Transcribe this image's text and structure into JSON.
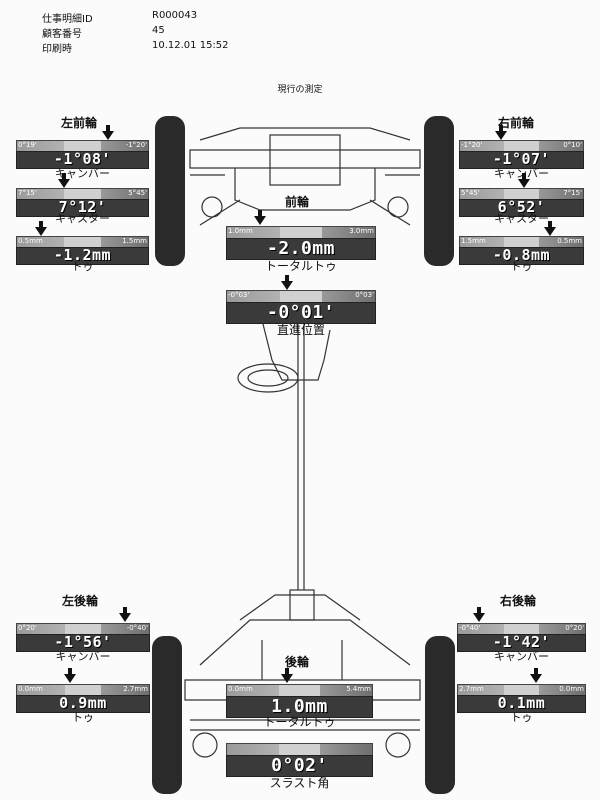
{
  "header": {
    "job_id_label": "仕事明細ID",
    "job_id_value": "R000043",
    "customer_label": "顧客番号",
    "customer_value": "45",
    "print_label": "印刷時",
    "print_value": "10.12.01 15:52"
  },
  "title": "現行の測定",
  "front": {
    "section": "前輪",
    "left_label": "左前輪",
    "right_label": "右前輪",
    "left_camber": {
      "min": "0°19'",
      "max": "-1°20'",
      "value": "-1°08'",
      "caption": "キャンバー"
    },
    "left_caster": {
      "min": "7°15'",
      "max": "5°45'",
      "value": "7°12'",
      "caption": "キャスター"
    },
    "left_toe": {
      "min": "0.5mm",
      "max": "1.5mm",
      "value": "-1.2mm",
      "caption": "トゥ"
    },
    "right_camber": {
      "min": "-1°20'",
      "max": "0°10'",
      "value": "-1°07'",
      "caption": "キャンバー"
    },
    "right_caster": {
      "min": "5°45'",
      "max": "7°15'",
      "value": "6°52'",
      "caption": "キャスター"
    },
    "right_toe": {
      "min": "1.5mm",
      "max": "0.5mm",
      "value": "-0.8mm",
      "caption": "トゥ"
    },
    "total_toe": {
      "min": "1.0mm",
      "max": "3.0mm",
      "value": "-2.0mm",
      "caption": "トータルトゥ"
    },
    "straight": {
      "min": "-0°03'",
      "max": "0°03'",
      "value": "-0°01'",
      "caption": "直進位置"
    }
  },
  "rear": {
    "section": "後輪",
    "left_label": "左後輪",
    "right_label": "右後輪",
    "left_camber": {
      "min": "0°20'",
      "max": "-0°40'",
      "value": "-1°56'",
      "caption": "キャンバー"
    },
    "left_toe": {
      "min": "0.0mm",
      "max": "2.7mm",
      "value": "0.9mm",
      "caption": "トゥ"
    },
    "right_camber": {
      "min": "-0°40'",
      "max": "0°20'",
      "value": "-1°42'",
      "caption": "キャンバー"
    },
    "right_toe": {
      "min": "2.7mm",
      "max": "0.0mm",
      "value": "0.1mm",
      "caption": "トゥ"
    },
    "total_toe": {
      "min": "0.0mm",
      "max": "5.4mm",
      "value": "1.0mm",
      "caption": "トータルトゥ"
    },
    "thrust": {
      "min": "",
      "max": "",
      "value": "0°02'",
      "caption": "スラスト角"
    }
  },
  "colors": {
    "panel_dark": "#3a3a3a",
    "bar_grey": "#9a9a9a",
    "ink": "#111111"
  }
}
